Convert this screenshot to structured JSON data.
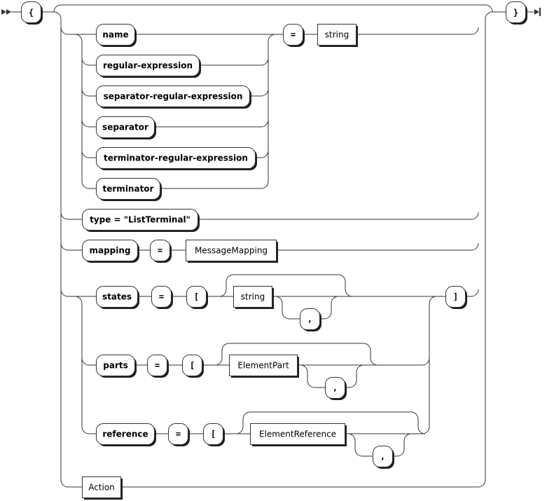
{
  "diagram": {
    "open_brace": "{",
    "close_brace": "}",
    "property_names": [
      "name",
      "regular-expression",
      "separator-regular-expression",
      "separator",
      "terminator-regular-expression",
      "terminator"
    ],
    "equals": "=",
    "string_ref": "string",
    "type_literal": "type = \"ListTerminal\"",
    "mapping": {
      "key": "mapping",
      "ref": "MessageMapping"
    },
    "states": {
      "key": "states",
      "ref": "string"
    },
    "parts": {
      "key": "parts",
      "ref": "ElementPart"
    },
    "reference": {
      "key": "reference",
      "ref": "ElementReference"
    },
    "open_bracket": "[",
    "close_bracket": "]",
    "comma": ",",
    "action_ref": "Action"
  }
}
